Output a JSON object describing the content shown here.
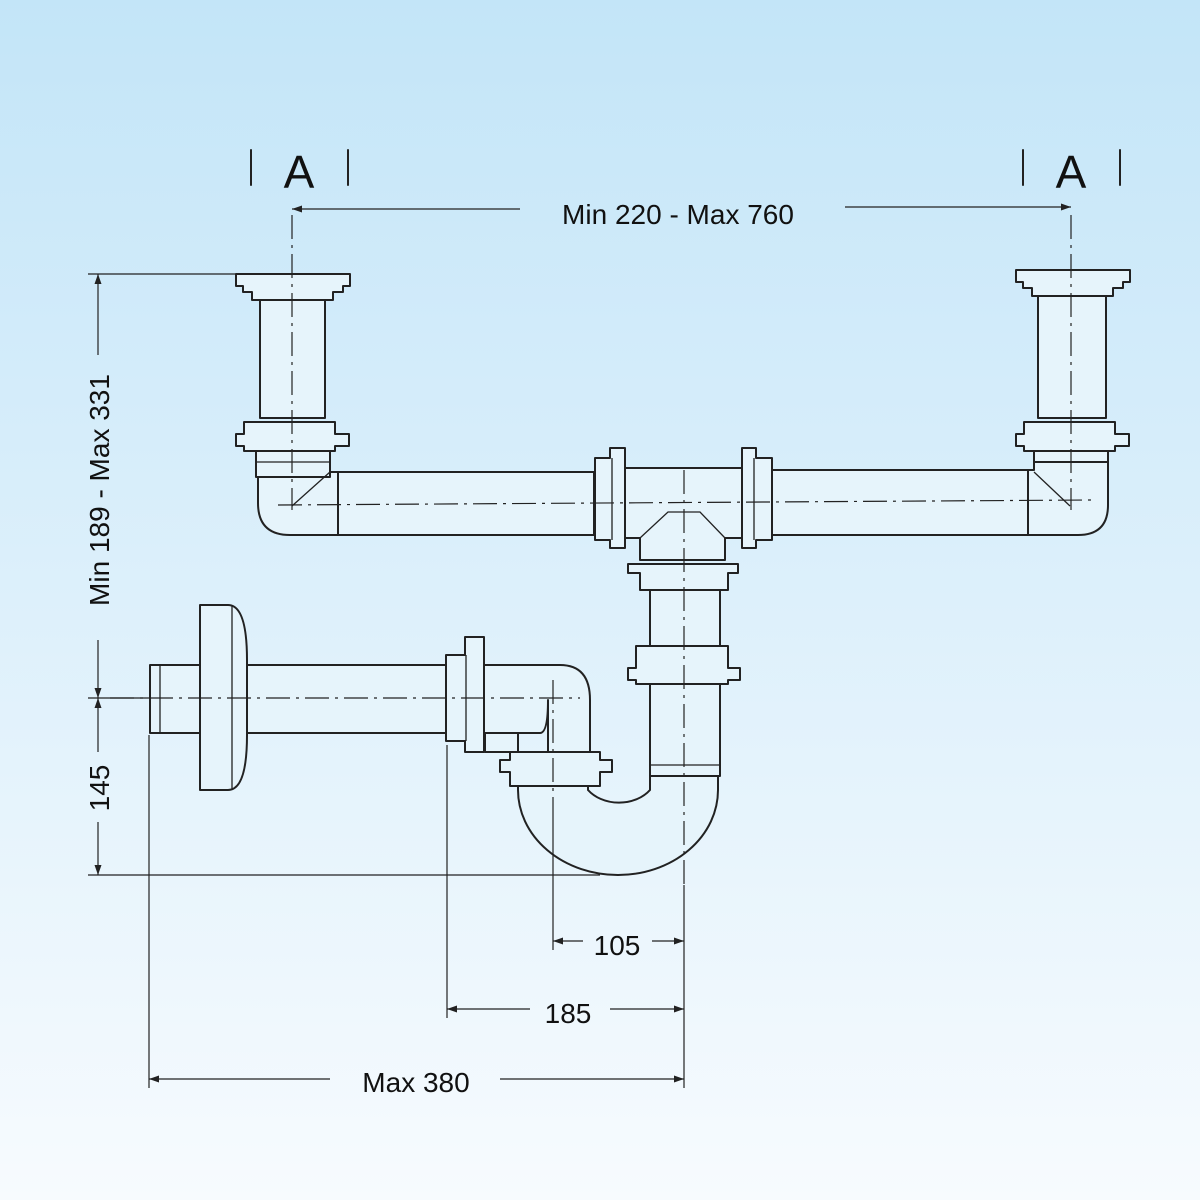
{
  "section_marks": {
    "left": "A",
    "right": "A"
  },
  "dimensions": {
    "width_range": "Min 220 - Max 760",
    "height_range": "Min 189 - Max 331",
    "outlet_height": "145",
    "d105": "105",
    "d185": "185",
    "max_length": "Max 380"
  },
  "colors": {
    "bg_top": "#c3e5f8",
    "bg_bottom": "#f7fbfe",
    "line": "#222222",
    "pipe_fill": "#e6f4fb"
  }
}
